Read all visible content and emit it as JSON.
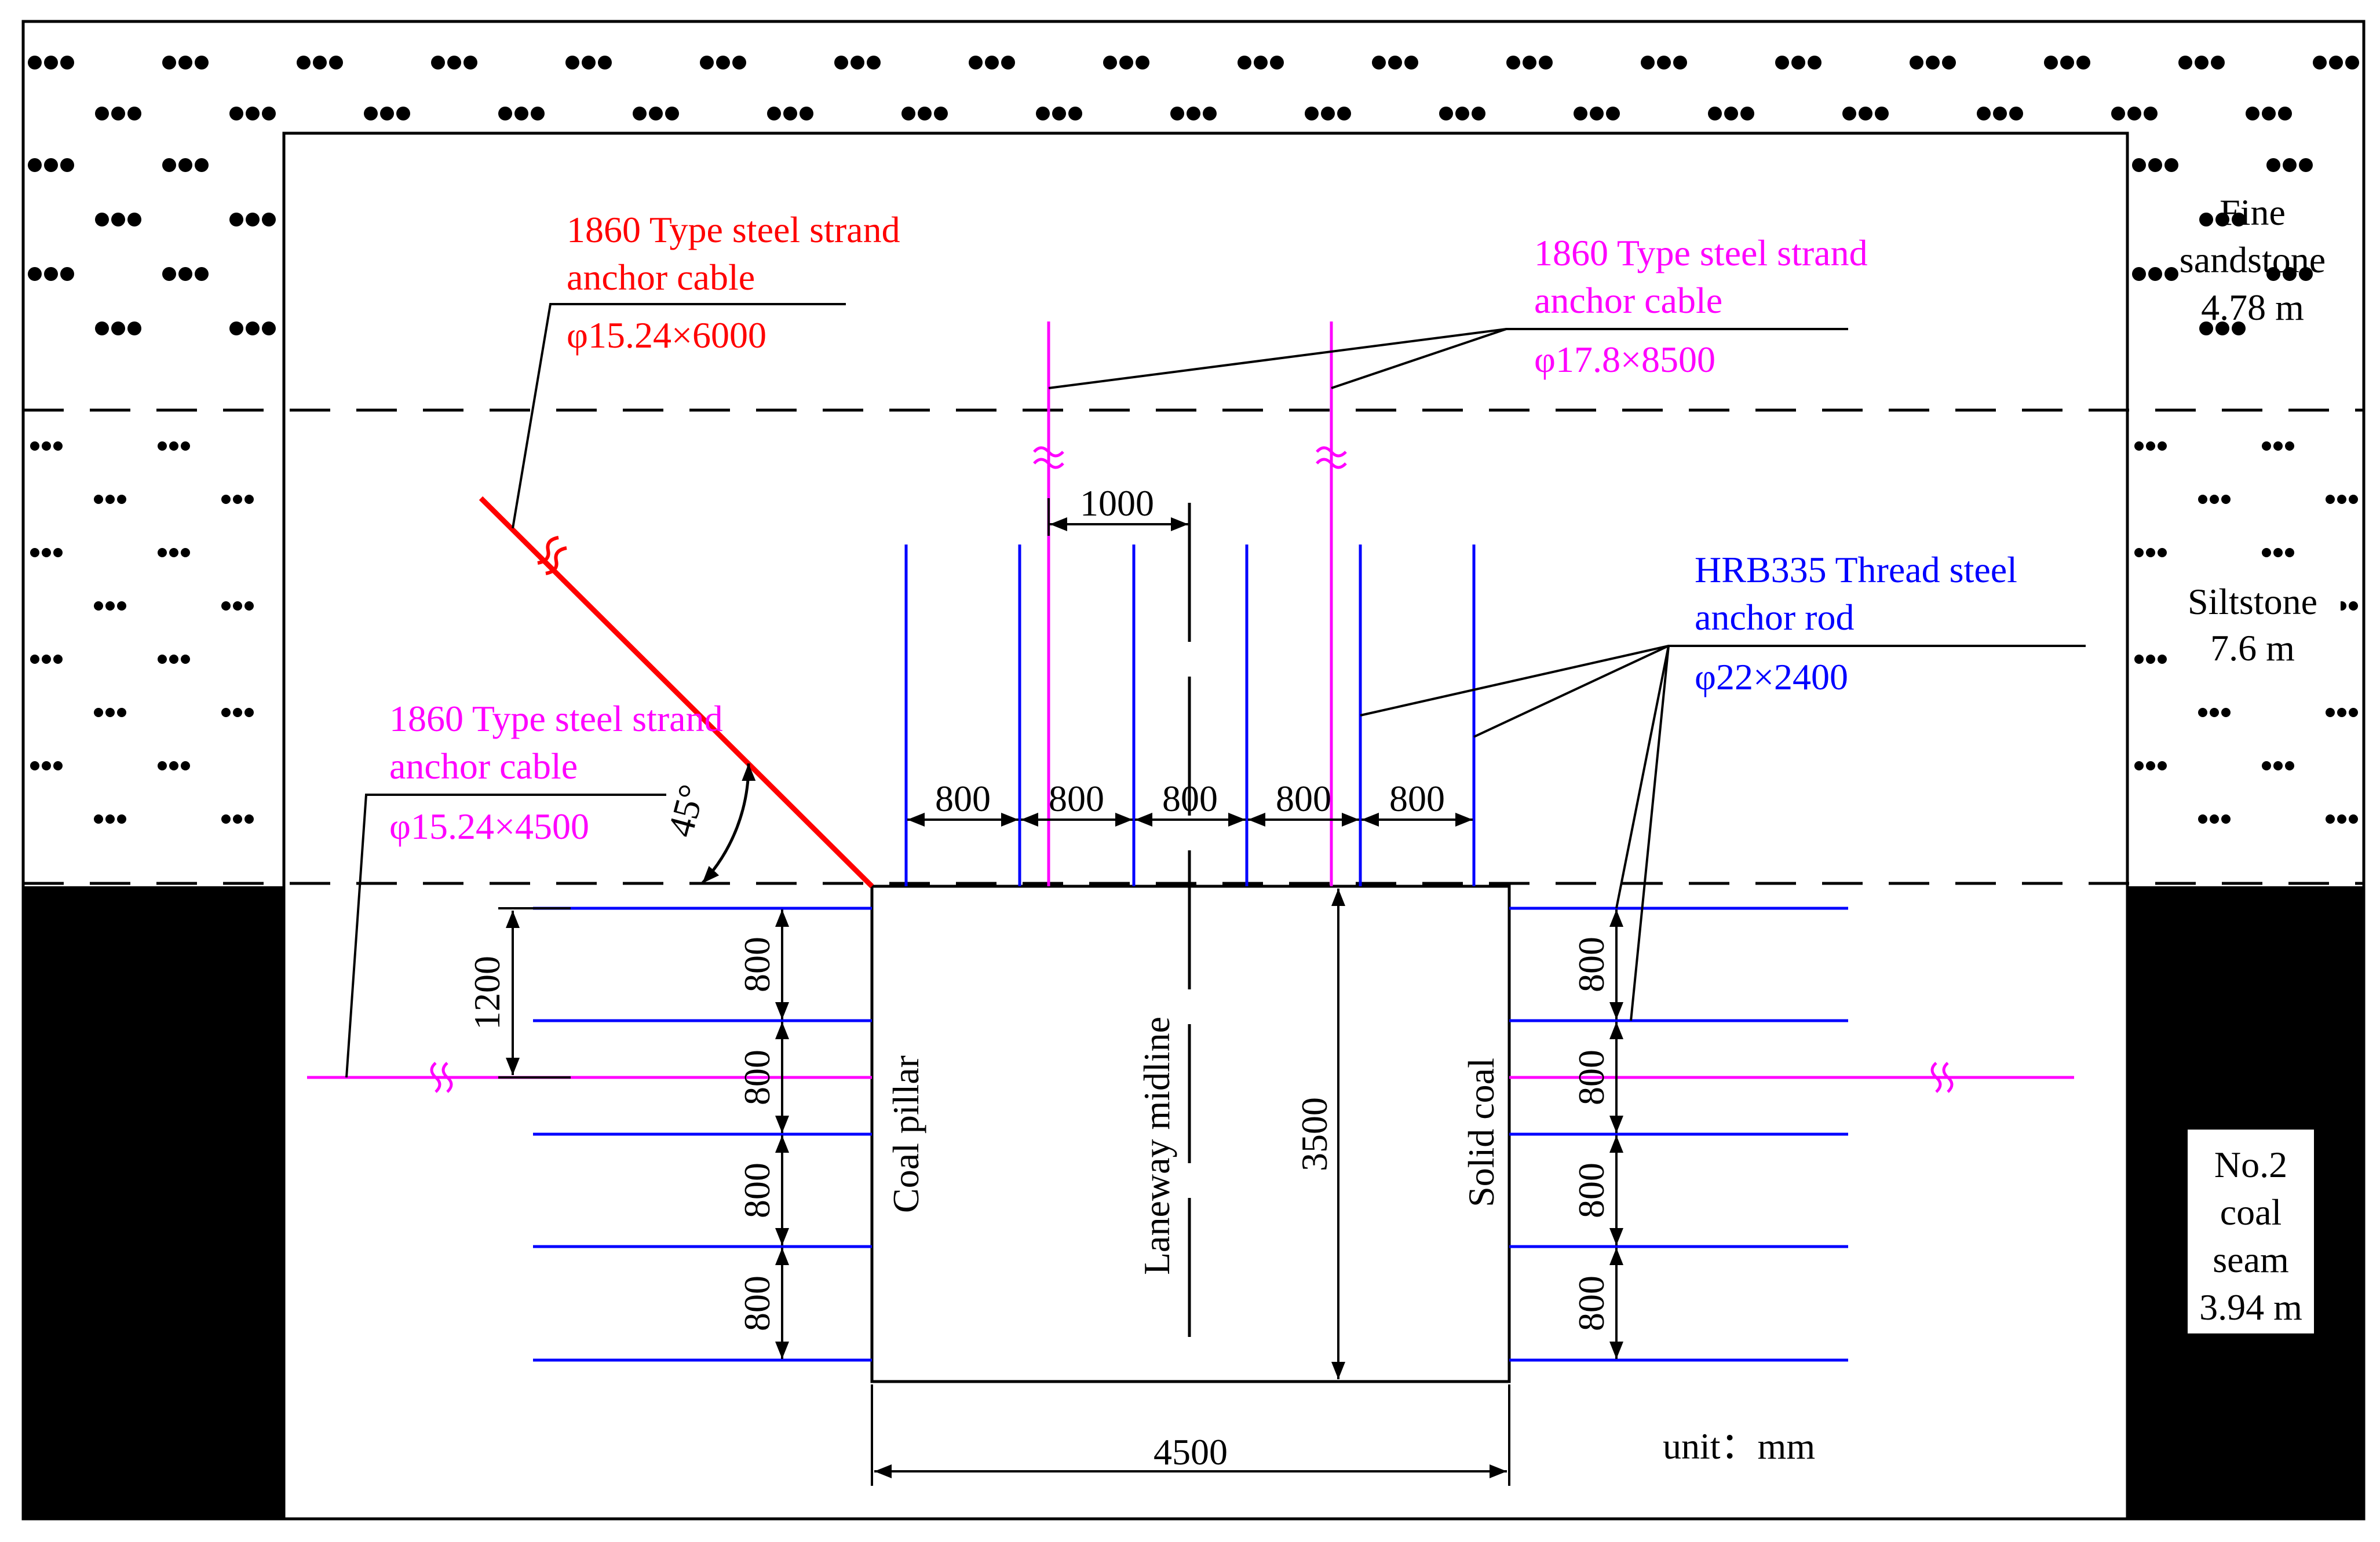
{
  "strata": {
    "fine_sandstone": {
      "name_line1": "Fine",
      "name_line2": "sandstone",
      "thickness": "4.78 m"
    },
    "siltstone": {
      "name": "Siltstone",
      "thickness": "7.6 m"
    },
    "coal_seam": {
      "line1": "No.2",
      "line2": "coal",
      "line3": "seam",
      "thickness": "3.94 m"
    }
  },
  "supports": {
    "cable_oblique": {
      "line1": "1860 Type steel strand",
      "line2": "anchor cable",
      "spec": "φ15.24×6000",
      "color": "#ff0000"
    },
    "cable_roof": {
      "line1": "1860 Type steel strand",
      "line2": "anchor cable",
      "spec": "φ17.8×8500",
      "color": "#ff00ff"
    },
    "cable_rib": {
      "line1": "1860 Type steel strand",
      "line2": "anchor cable",
      "spec": "φ15.24×4500",
      "color": "#ff00ff"
    },
    "rod": {
      "line1": "HRB335 Thread steel",
      "line2": "anchor rod",
      "spec": "φ22×2400",
      "color": "#0000ff"
    }
  },
  "dimensions": {
    "cable_spacing": "1000",
    "roof_bolt_spacings": [
      "800",
      "800",
      "800",
      "800",
      "800"
    ],
    "left_bolt_spacings": [
      "800",
      "800",
      "800",
      "800"
    ],
    "right_bolt_spacings": [
      "800",
      "800",
      "800",
      "800"
    ],
    "rib_cable_height": "1200",
    "roadway_height": "3500",
    "roadway_width": "4500",
    "angle": "45°"
  },
  "labels": {
    "coal_pillar": "Coal pillar",
    "laneway_midline": "Laneway midline",
    "solid_coal": "Solid coal",
    "unit": "unit：mm"
  }
}
